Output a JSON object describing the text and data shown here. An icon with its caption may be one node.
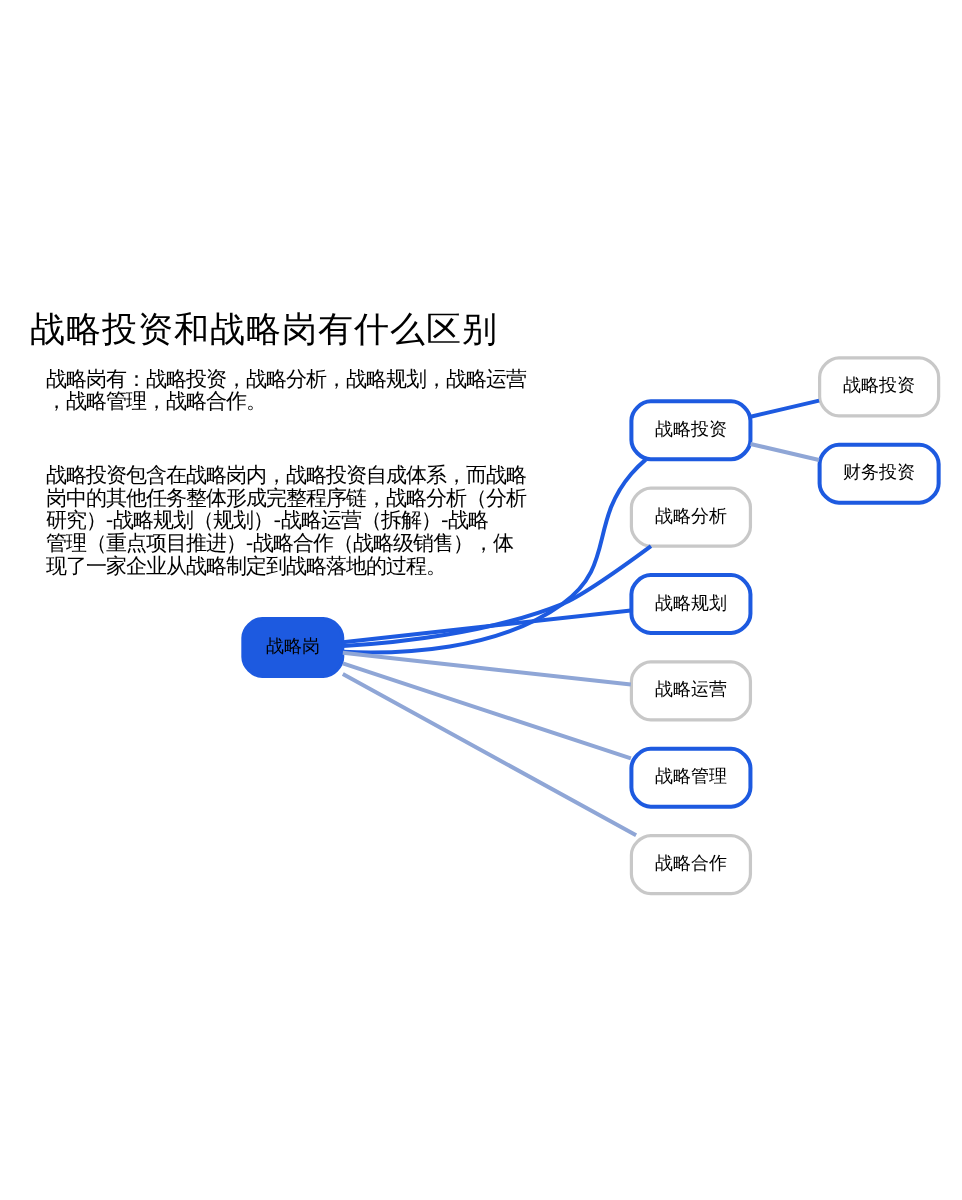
{
  "diagram": {
    "title": "战略投资和战略岗有什么区别",
    "nodes": [
      {
        "text": [
          "战略岗"
        ]
      },
      {
        "text": [
          "战略投资"
        ]
      },
      {
        "text": [
          "战略投资"
        ]
      },
      {
        "text": [
          "财务投资"
        ]
      },
      {
        "text": [
          "战略分析"
        ]
      },
      {
        "text": [
          "战略规划"
        ]
      },
      {
        "text": [
          "战略运营"
        ]
      },
      {
        "text": [
          "战略管理"
        ]
      },
      {
        "text": [
          "战略合作"
        ]
      }
    ],
    "edges": [
      {
        "from": 0,
        "to": 1,
        "arrow": "none"
      },
      {
        "from": 0,
        "to": 4,
        "arrow": "none"
      },
      {
        "from": 0,
        "to": 5,
        "arrow": "none"
      },
      {
        "from": 0,
        "to": 6,
        "arrow": "none",
        "color": "#8fa6d6"
      },
      {
        "from": 0,
        "to": 7,
        "arrow": "none",
        "color": "#8fa6d6"
      },
      {
        "from": 0,
        "to": 8,
        "arrow": "none",
        "color": "#8fa6d6"
      },
      {
        "from": 1,
        "to": 2,
        "arrow": "none"
      },
      {
        "from": 1,
        "to": 3,
        "arrow": "none",
        "color": "#8fa6d6"
      }
    ],
    "labels": [
      "战略岗有：战略投资，战略分析，战略规划，战略运营，战略管理，战略合作。",
      "战略投资包含在战略岗内，战略投资自成体系，而战略岗中的其他任务整体形成完整程序链，战略分析（分析研究）-战略规划（规划）-战略运营（拆解）-战略管理（重点项目推进）-战略合作（战略级销售），体现了一家企业从战略制定到战略落地的过程。"
    ]
  }
}
